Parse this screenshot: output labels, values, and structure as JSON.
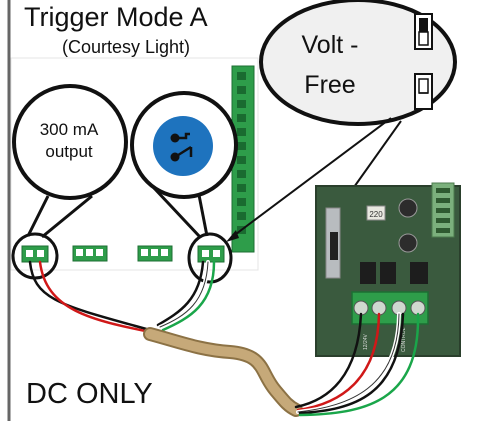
{
  "title": "Trigger Mode A",
  "subtitle": "(Courtesy Light)",
  "output_note": "300 mA output",
  "volt_free_label": "Volt - Free",
  "footer_note": "DC ONLY",
  "board_marking": "220",
  "terminal_labels": {
    "left": "12/24V",
    "right": "CONTROL"
  },
  "colors": {
    "terminal_green": "#2e9d4a",
    "pcb_green": "#3a5a3e",
    "relay_blue": "#1e73be",
    "cable_tan": "#c6a979",
    "wire_red": "#d01818",
    "wire_black": "#111111",
    "wire_green": "#1aa64a",
    "callout_arrow": "#111111"
  },
  "icons": [
    "relay-symbol-icon",
    "dip-switch-on-icon",
    "dip-switch-off-icon"
  ]
}
